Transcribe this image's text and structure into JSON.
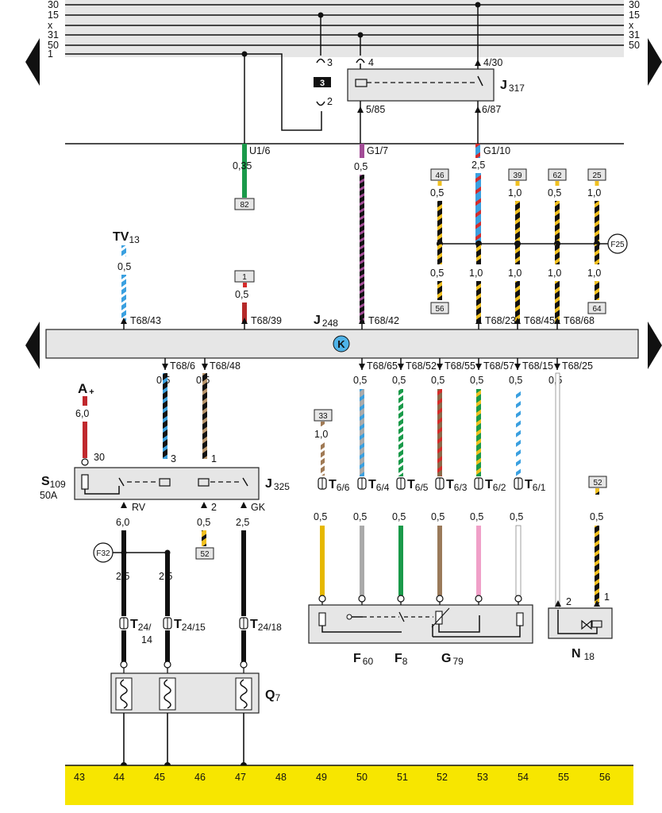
{
  "rails": [
    {
      "label": "30"
    },
    {
      "label": "15"
    },
    {
      "label": "x"
    },
    {
      "label": "31"
    },
    {
      "label": "50"
    },
    {
      "label": "1"
    }
  ],
  "relay_j317": {
    "name": "J",
    "sub": "317",
    "pin_in": "4/30",
    "pin_out": "6/87",
    "pin_85": "5/85"
  },
  "connector3": {
    "label": "3",
    "pin_top": "3",
    "pin_mid": "4",
    "pin_bottom": "2"
  },
  "upper_wires": [
    {
      "pin": "U1/6",
      "gauge": "0,35",
      "ref": "82",
      "colors": [
        "#1a9a4a",
        "#1a9a4a"
      ]
    },
    {
      "pin": "G1/7",
      "gauge": "0,5",
      "colors": [
        "#111",
        "#9a3d8e"
      ]
    },
    {
      "pin": "G1/10",
      "gauge": "2,5",
      "colors": [
        "#3aa0e0",
        "#d62b2b"
      ]
    }
  ],
  "splice_group": {
    "label": "F25",
    "wires": [
      {
        "top_ref": "46",
        "top_gauge": "0,5",
        "bot_gauge": "0,5",
        "bot_ref": "56",
        "colors": [
          "#111",
          "#f0c020"
        ]
      },
      {
        "top_ref": "",
        "top_gauge": "",
        "bot_gauge": "1,0",
        "bot_ref": "",
        "colors": [
          "#111",
          "#f0c020"
        ]
      },
      {
        "top_ref": "39",
        "top_gauge": "1,0",
        "bot_gauge": "1,0",
        "bot_ref": "",
        "colors": [
          "#111",
          "#f0c020"
        ]
      },
      {
        "top_ref": "62",
        "top_gauge": "0,5",
        "bot_gauge": "1,0",
        "bot_ref": "",
        "colors": [
          "#111",
          "#f0c020"
        ]
      },
      {
        "top_ref": "25",
        "top_gauge": "1,0",
        "bot_gauge": "1,0",
        "bot_ref": "64",
        "colors": [
          "#111",
          "#f0c020"
        ]
      }
    ]
  },
  "tv13": {
    "name": "TV",
    "sub": "13",
    "gauge": "0,5"
  },
  "ref1": {
    "label": "1",
    "gauge": "0,5"
  },
  "ecu": {
    "name": "J",
    "sub": "248",
    "top_pins": [
      "T68/43",
      "T68/39",
      "T68/42",
      "T68/23",
      "T68/45",
      "T68/68"
    ],
    "bottom_pins": [
      "T68/6",
      "T68/48",
      "T68/65",
      "T68/52",
      "T68/55",
      "T68/57",
      "T68/15",
      "T68/25"
    ]
  },
  "lower_gauges": [
    "0,5",
    "0,5",
    "0,5",
    "0,5",
    "0,5",
    "0,5",
    "0,5",
    "0,5"
  ],
  "a_plus": {
    "name": "A",
    "sup": "+",
    "gauge": "6,0",
    "pin": "30"
  },
  "j325": {
    "name": "J",
    "sub": "325",
    "pin3": "3",
    "pin1": "1",
    "pin2": "2",
    "rv": "RV",
    "gk": "GK",
    "gauge_rv": "6,0",
    "gauge_2": "0,5",
    "gauge_gk": "2,5",
    "ref52": "52"
  },
  "s109": {
    "name": "S",
    "sub": "109",
    "rating": "50A"
  },
  "f32": {
    "label": "F32",
    "gauge_a": "2,5",
    "gauge_b": "2,5"
  },
  "t24": [
    {
      "name": "T",
      "sub": "24/",
      "sub2": "14"
    },
    {
      "name": "T",
      "sub": "24/15",
      "sub2": ""
    },
    {
      "name": "T",
      "sub": "24/18",
      "sub2": ""
    }
  ],
  "q7": {
    "name": "Q",
    "sub": "7"
  },
  "ref33": {
    "label": "33",
    "gauge": "1,0"
  },
  "t6": [
    {
      "name": "T",
      "sub": "6/6"
    },
    {
      "name": "T",
      "sub": "6/4"
    },
    {
      "name": "T",
      "sub": "6/5"
    },
    {
      "name": "T",
      "sub": "6/3"
    },
    {
      "name": "T",
      "sub": "6/2"
    },
    {
      "name": "T",
      "sub": "6/1"
    }
  ],
  "t6_gauges": [
    "0,5",
    "0,5",
    "0,5",
    "0,5",
    "0,5",
    "0,5"
  ],
  "sensor_labels": [
    {
      "name": "F",
      "sub": "60"
    },
    {
      "name": "F",
      "sub": "8"
    },
    {
      "name": "G",
      "sub": "79"
    }
  ],
  "n18": {
    "name": "N",
    "sub": "18",
    "pin1": "1",
    "pin2": "2",
    "ref": "52",
    "gauge": "0,5"
  },
  "ground_bar": {
    "numbers": [
      "43",
      "44",
      "45",
      "46",
      "47",
      "48",
      "49",
      "50",
      "51",
      "52",
      "53",
      "54",
      "55",
      "56"
    ],
    "color": "#f7e600"
  }
}
